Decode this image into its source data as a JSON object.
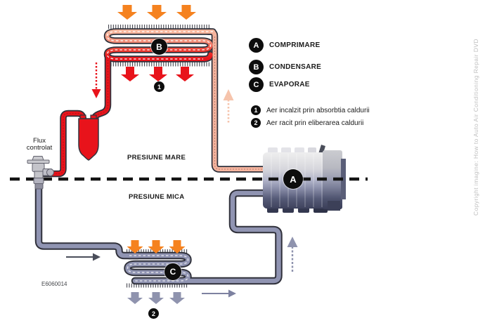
{
  "colors": {
    "orange": "#F5821F",
    "red": "#E8131B",
    "salmon": "#F5B49E",
    "salmon-light": "#F6C4AC",
    "slate": "#9094B2",
    "slate-arrow": "#8F93AE",
    "dark": "#30313B",
    "ink": "#1A1A1A",
    "gray-text": "#BFBFBF"
  },
  "legend": {
    "items": [
      {
        "letter": "A",
        "label": "COMPRIMARE"
      },
      {
        "letter": "B",
        "label": "CONDENSARE"
      },
      {
        "letter": "C",
        "label": "EVAPORAE"
      }
    ],
    "notes": [
      {
        "num": "1",
        "label": "Aer incalzit prin absorbtia caldurii"
      },
      {
        "num": "2",
        "label": "Aer racit prin eliberarea caldurii"
      }
    ]
  },
  "zones": {
    "high": "PRESIUNE MARE",
    "low": "PRESIUNE MICA"
  },
  "valve_label": {
    "line1": "Flux",
    "line2": "controlat"
  },
  "markers": {
    "compressor": "A",
    "condenser": "B",
    "evaporator": "C",
    "heated_air": "1",
    "cooled_air": "2"
  },
  "part_number": "E6060014",
  "credit": "Copyright imagine: How to Auto Air Conditioning Repair DVD"
}
